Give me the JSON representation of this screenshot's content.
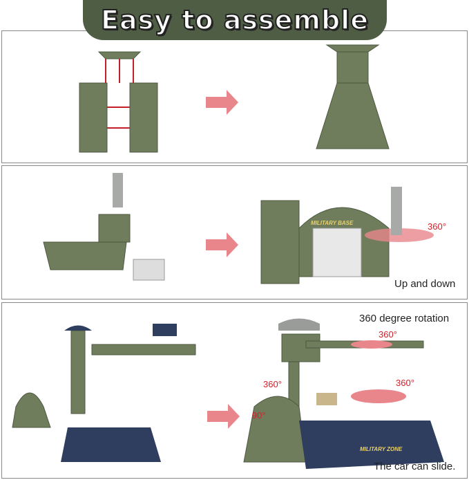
{
  "header": {
    "title": "Easy to assemble"
  },
  "panels": [
    {
      "name": "watchtower"
    },
    {
      "name": "military-base",
      "sign": "MILITARY BASE",
      "labels": {
        "rotation": "360°",
        "motion": "Up and down"
      }
    },
    {
      "name": "military-zone",
      "sign": "MILITARY ZONE",
      "labels": {
        "rotation_title": "360 degree rotation",
        "rot_top": "360°",
        "rot_left": "360°",
        "rot_right": "360°",
        "tilt": "90°",
        "car": "The car can slide."
      }
    }
  ],
  "colors": {
    "header": "#4f5d44",
    "plastic": "#6f7d5c",
    "arrow": "#e8868c",
    "navy": "#2f3d5e",
    "accent": "#d0212a"
  }
}
